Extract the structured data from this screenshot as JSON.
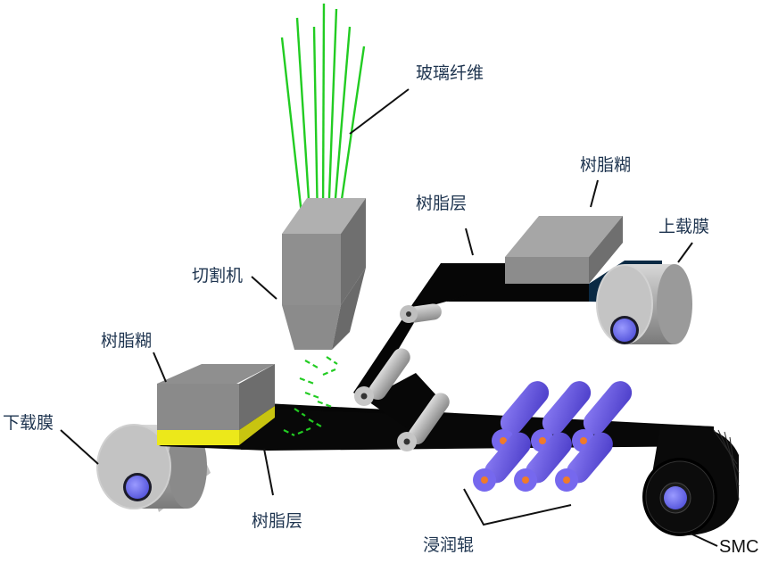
{
  "labels": {
    "glass_fiber": "玻璃纤维",
    "resin_paste_top": "树脂糊",
    "resin_layer_top": "树脂层",
    "upper_film": "上载膜",
    "cutter": "切割机",
    "resin_paste_left": "树脂糊",
    "lower_film": "下载膜",
    "resin_layer_bottom": "树脂层",
    "impregnation_rollers": "浸润辊",
    "smc": "SMC"
  },
  "colors": {
    "fiber_green": "#22cc22",
    "belt_black": "#050505",
    "roller_grey": "#a8a8a8",
    "core_blue": "#6f6ff2",
    "roller_purple": "#6a5ae8",
    "roller_core_orange": "#f07a2a",
    "resin_yellow": "#ece81a",
    "upper_film_navy": "#0b2a44"
  }
}
